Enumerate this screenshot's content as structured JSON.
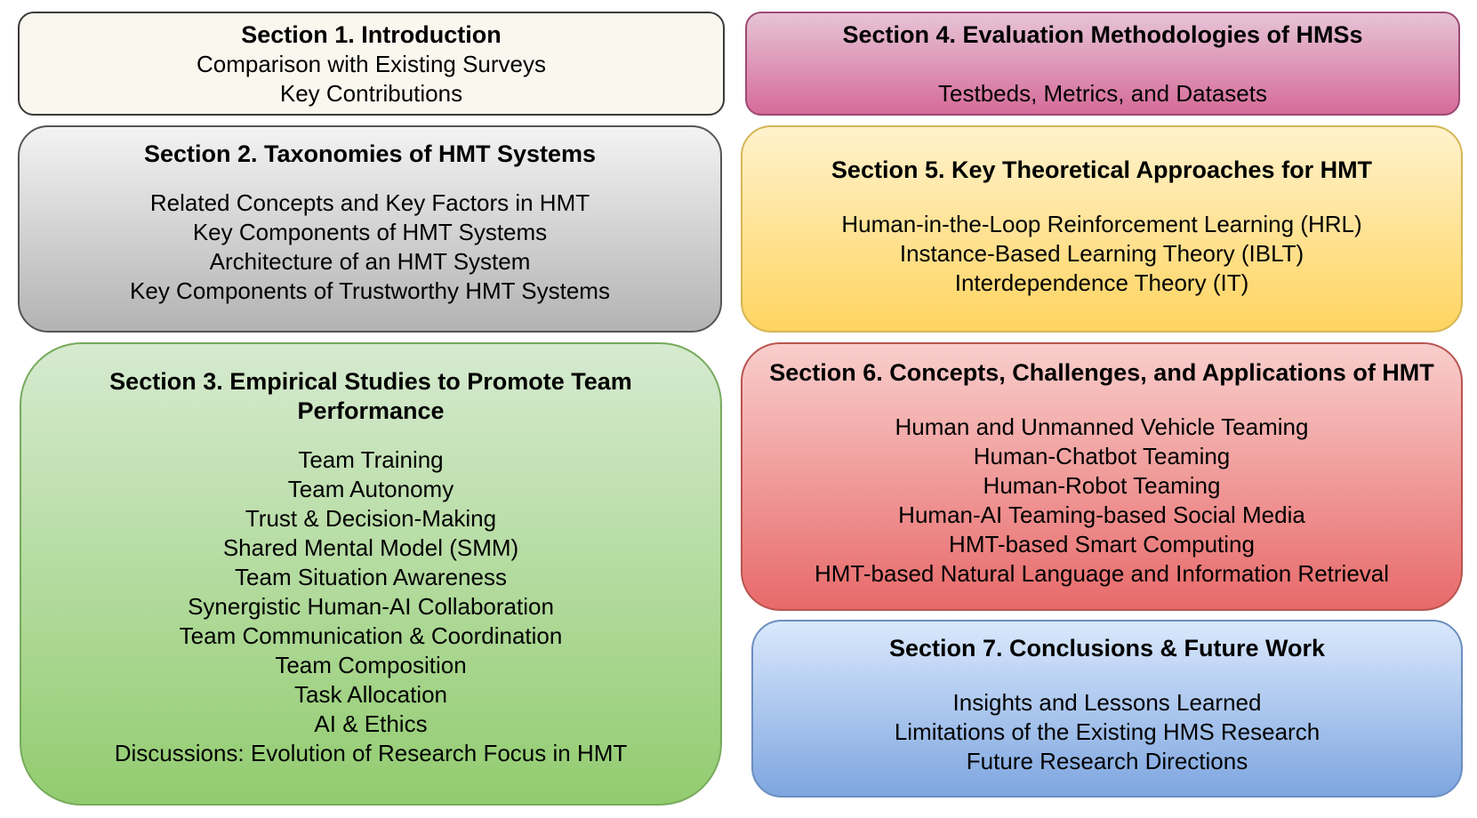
{
  "sections": [
    {
      "title": "Section 1. Introduction",
      "items": [
        "Comparison with Existing Surveys",
        "Key Contributions"
      ]
    },
    {
      "title": "Section 2. Taxonomies of HMT Systems",
      "items": [
        "Related Concepts and Key Factors in HMT",
        "Key Components of HMT Systems",
        "Architecture of an HMT System",
        "Key Components of Trustworthy HMT Systems"
      ]
    },
    {
      "title_lines": [
        "Section 3. Empirical Studies to Promote Team",
        "Performance"
      ],
      "items": [
        "Team Training",
        "Team Autonomy",
        "Trust & Decision-Making",
        "Shared Mental Model (SMM)",
        "Team Situation Awareness",
        "Synergistic Human-AI Collaboration",
        "Team Communication & Coordination",
        "Team Composition",
        "Task Allocation",
        "AI & Ethics",
        "Discussions: Evolution of Research Focus in HMT"
      ]
    },
    {
      "title": "Section 4. Evaluation Methodologies of HMSs",
      "items": [
        "Testbeds, Metrics, and Datasets"
      ]
    },
    {
      "title": "Section 5. Key Theoretical Approaches for HMT",
      "items": [
        "Human-in-the-Loop Reinforcement Learning (HRL)",
        "Instance-Based Learning Theory (IBLT)",
        "Interdependence Theory (IT)"
      ]
    },
    {
      "title": "Section 6. Concepts, Challenges, and Applications of HMT",
      "items": [
        "Human and Unmanned Vehicle Teaming",
        "Human-Chatbot Teaming",
        "Human-Robot Teaming",
        "Human-AI Teaming-based Social Media",
        "HMT-based Smart Computing",
        "HMT-based Natural Language and Information Retrieval"
      ]
    },
    {
      "title": "Section 7. Conclusions & Future Work",
      "items": [
        "Insights and Lessons Learned",
        "Limitations of the Existing HMS Research",
        "Future Research Directions"
      ]
    }
  ],
  "colors": {
    "section1": "#f9f7ee",
    "section2": "#b3b3b3",
    "section3": "#92cc6f",
    "section4": "#d66b9a",
    "section5": "#ffd460",
    "section6": "#e86a6a",
    "section7": "#7ea6e0"
  }
}
